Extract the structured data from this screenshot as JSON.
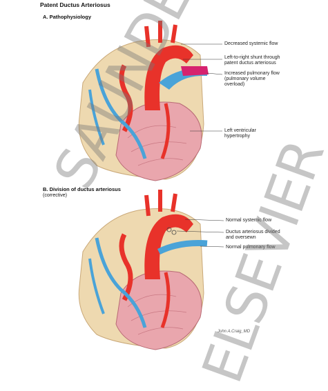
{
  "title": "Patent Ductus Arteriosus",
  "panel_a": {
    "heading": "A. Pathophysiology",
    "labels": [
      "Decreased systemic flow",
      "Left-to-right shunt through\npatent ductus arteriosus",
      "Increased pulmonary flow\n(pulmonary volume\noverload)",
      "Left ventricular\nhypertrophy"
    ]
  },
  "panel_b": {
    "heading": "B. Division of ductus arteriosus",
    "subheading": "(corrective)",
    "labels": [
      "Normal systemic flow",
      "Ductus arteriosus divided\nand oversewn",
      "Normal pulmonary flow"
    ]
  },
  "signature": "John A.Craig_MD",
  "watermark": [
    "SAUNDERS",
    "ELSEVIER"
  ],
  "colors": {
    "artery": "#e8322a",
    "vein": "#4aa3d8",
    "muscle": "#e9a6ad",
    "fat": "#eed9b0",
    "shunt": "#d6226e"
  }
}
